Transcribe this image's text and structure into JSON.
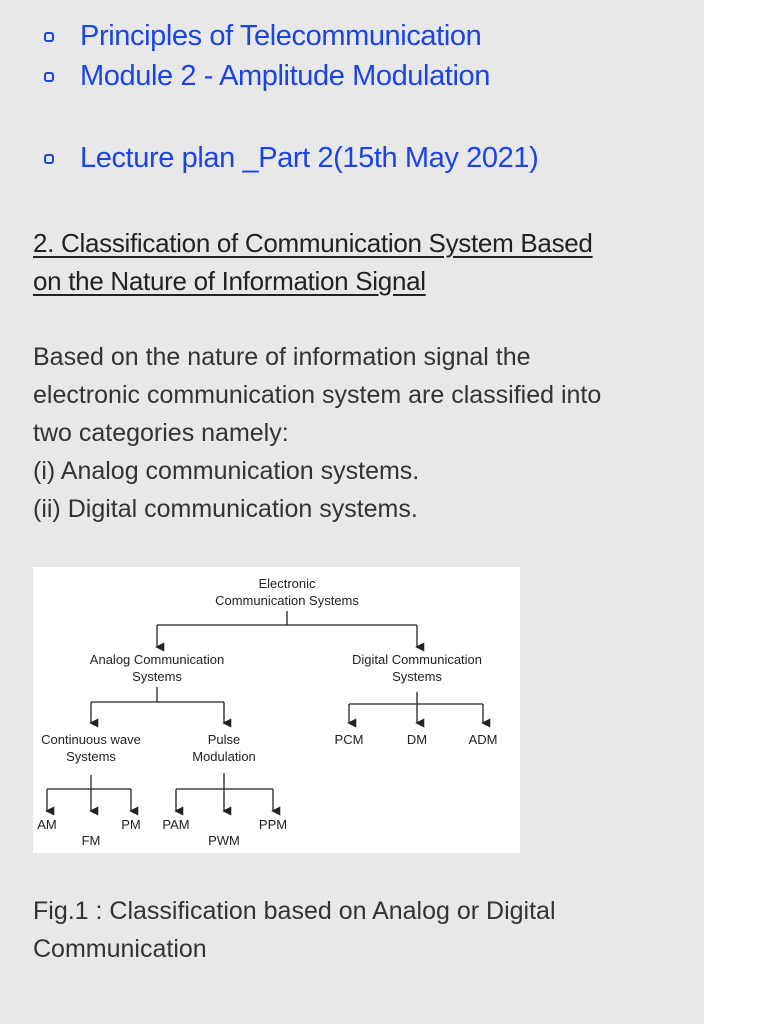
{
  "nav": {
    "items": [
      {
        "label": "Principles of Telecommunication"
      },
      {
        "label": "Module 2 - Amplitude Modulation"
      },
      {
        "label": "Lecture plan _Part 2(15th May 2021)"
      }
    ]
  },
  "heading": {
    "line1": "2. Classification of Communication System Based",
    "line2": "on the Nature of Information Signal"
  },
  "body": {
    "lines": [
      "Based on the nature of information signal the",
      "electronic communication system are classified into",
      "two categories namely:",
      "(i) Analog communication systems.",
      "(ii) Digital communication systems."
    ]
  },
  "figure": {
    "root": {
      "line1": "Electronic",
      "line2": "Communication Systems"
    },
    "analog": {
      "line1": "Analog Communication",
      "line2": "Systems"
    },
    "digital": {
      "line1": "Digital Communication",
      "line2": "Systems"
    },
    "continuous": {
      "line1": "Continuous wave",
      "line2": "Systems"
    },
    "pulse": {
      "line1": "Pulse",
      "line2": "Modulation"
    },
    "pcm": "PCM",
    "dm": "DM",
    "adm": "ADM",
    "am": "AM",
    "fm": "FM",
    "pm": "PM",
    "pam": "PAM",
    "pwm": "PWM",
    "ppm": "PPM"
  },
  "caption": {
    "line1": "Fig.1 : Classification based on Analog or Digital",
    "line2": "Communication"
  },
  "colors": {
    "link": "#1a44e8",
    "page_background": "#e8e8e8",
    "text": "#333333"
  },
  "icons": {
    "bullet": "hollow-square-bullet-icon"
  }
}
